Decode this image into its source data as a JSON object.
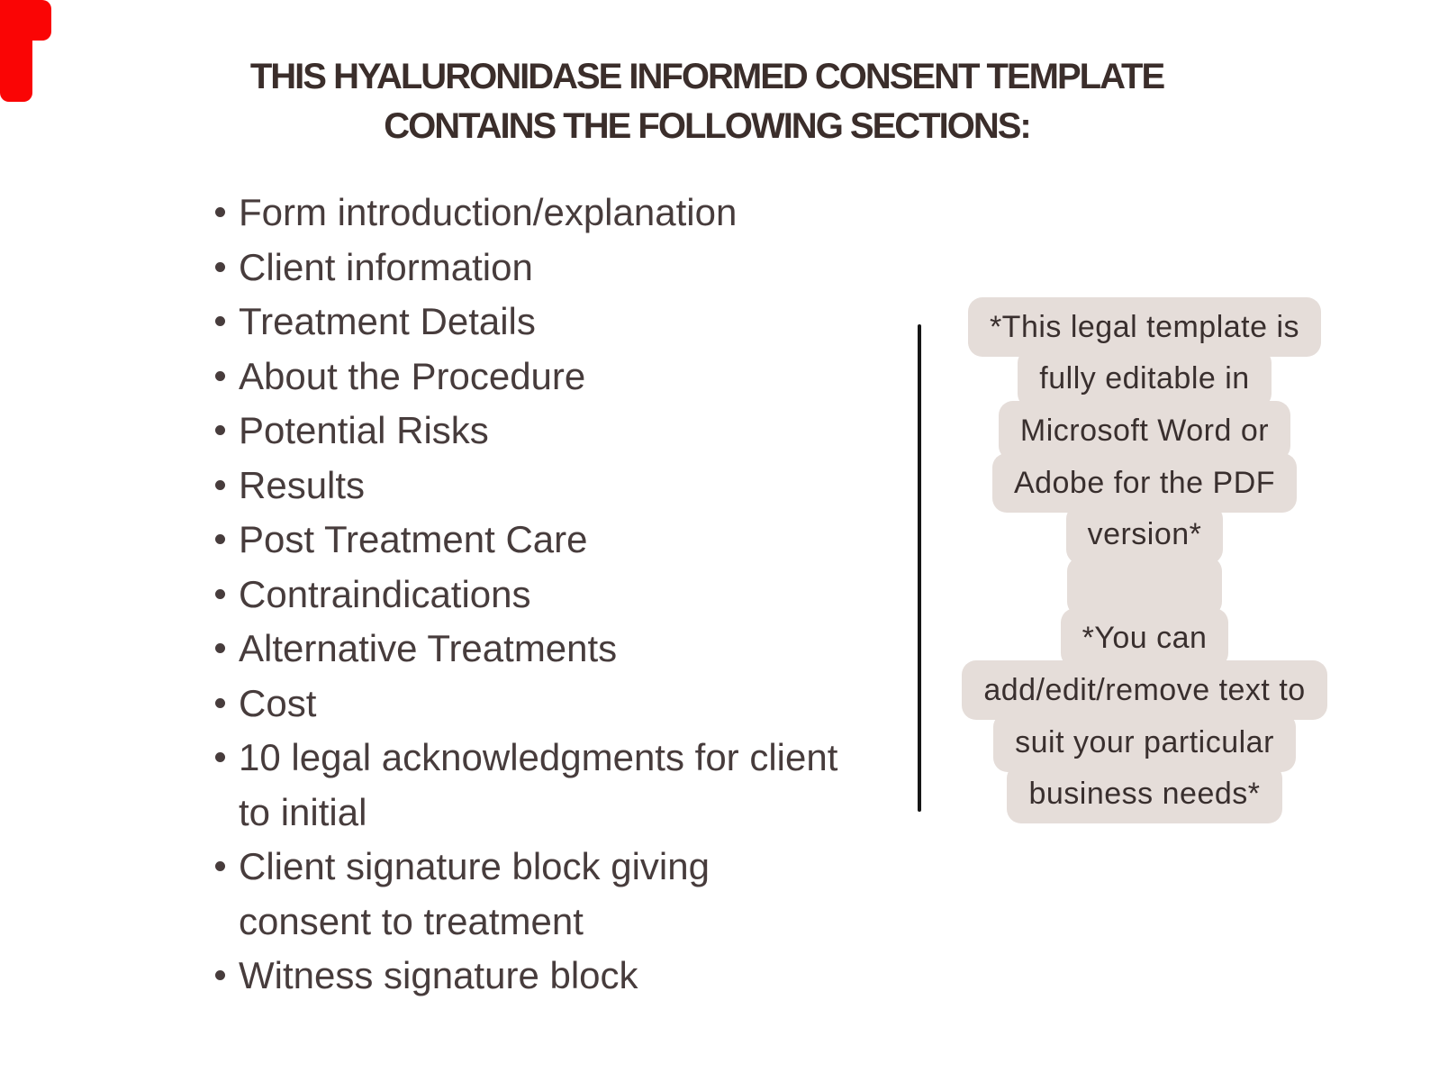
{
  "page": {
    "background": "#ffffff"
  },
  "accent": {
    "corner_color": "#fa0505"
  },
  "title": {
    "line1": "THIS HYALURONIDASE INFORMED CONSENT TEMPLATE",
    "line2": "CONTAINS THE FOLLOWING SECTIONS:",
    "color": "#3b2e2b"
  },
  "sections_list": {
    "text_color": "#473c3c",
    "items": [
      "Form introduction/explanation",
      "Client information",
      "Treatment Details",
      "About the Procedure",
      "Potential Risks",
      "Results",
      "Post Treatment Care",
      "Contraindications",
      "Alternative Treatments",
      "Cost",
      "10 legal acknowledgments for client to initial",
      "Client signature block giving consent to treatment",
      "Witness signature block"
    ]
  },
  "divider": {
    "color": "#161616"
  },
  "note_box": {
    "background": "#e5ddd9",
    "text_color": "#392f2e",
    "lines": [
      "*This legal template is",
      "fully editable in",
      "Microsoft Word or",
      "Adobe for the PDF",
      "version*",
      "",
      "*You can",
      "add/edit/remove text to",
      "suit your particular",
      "business needs*"
    ]
  }
}
